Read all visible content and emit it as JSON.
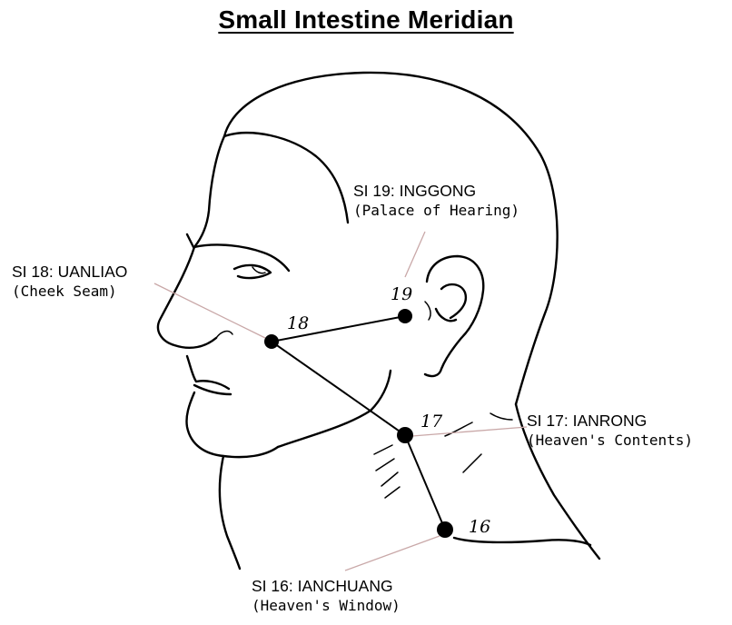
{
  "title": "Small Intestine Meridian",
  "points": [
    {
      "id": "SI19",
      "number": "19",
      "name": "SI 19: INGGONG",
      "meaning": "(Palace of Hearing)"
    },
    {
      "id": "SI18",
      "number": "18",
      "name": "SI 18: UANLIAO",
      "meaning": "(Cheek Seam)"
    },
    {
      "id": "SI17",
      "number": "17",
      "name": "SI 17: IANRONG",
      "meaning": "(Heaven's Contents)"
    },
    {
      "id": "SI16",
      "number": "16",
      "name": "SI 16: IANCHUANG",
      "meaning": "(Heaven's Window)"
    }
  ],
  "colors": {
    "ink": "#000000",
    "leader_line": "#c9a8a8",
    "background": "#ffffff"
  }
}
